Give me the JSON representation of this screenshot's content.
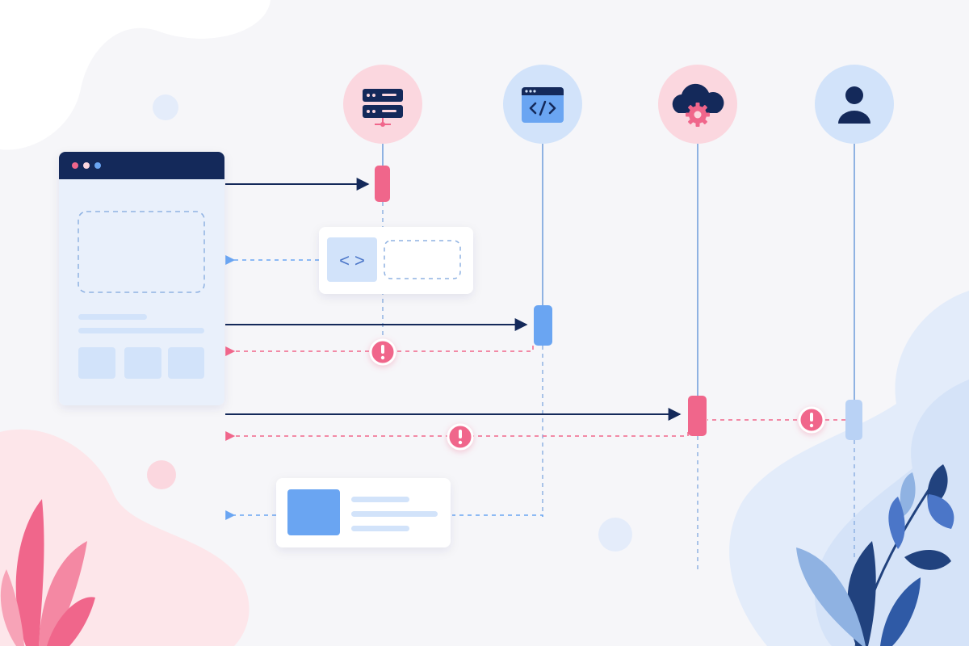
{
  "colors": {
    "background": "#f6f6f9",
    "navy": "#14295a",
    "pink": "#f0668b",
    "pink_light": "#fbd7df",
    "blue": "#6aa5f2",
    "blue_light": "#d2e3fa",
    "lifeline_blue": "#8fb2e2",
    "panel": "#e9f0fb",
    "card": "#ffffff",
    "leaf_dark": "#21427e",
    "leaf_mid": "#4b76c8"
  },
  "participants": [
    {
      "id": "server",
      "icon": "server-rack-icon",
      "bg": "pink_light"
    },
    {
      "id": "code-window",
      "icon": "code-window-icon",
      "bg": "blue_light"
    },
    {
      "id": "cloud",
      "icon": "cloud-gear-icon",
      "bg": "pink_light"
    },
    {
      "id": "user",
      "icon": "user-icon",
      "bg": "blue_light"
    }
  ],
  "browser_window": {
    "dots": [
      "pink",
      "pink_light",
      "blue"
    ],
    "tiles": 3
  },
  "messages": [
    {
      "from": "client",
      "to": "server",
      "style": "solid"
    },
    {
      "from": "server",
      "to": "client",
      "style": "dashed-blue",
      "payload": "code-card"
    },
    {
      "from": "client",
      "to": "code-window",
      "style": "solid"
    },
    {
      "from": "code-window",
      "to": "client",
      "style": "dashed-pink",
      "marker": "error"
    },
    {
      "from": "client",
      "to": "cloud",
      "style": "solid"
    },
    {
      "from": "user",
      "to": "cloud",
      "style": "dashed-pink",
      "marker": "error"
    },
    {
      "from": "cloud",
      "to": "client",
      "style": "dashed-pink",
      "marker": "error"
    },
    {
      "from": "code-window",
      "to": "client",
      "style": "dashed-blue",
      "payload": "media-card"
    }
  ],
  "code_symbol": "< >"
}
